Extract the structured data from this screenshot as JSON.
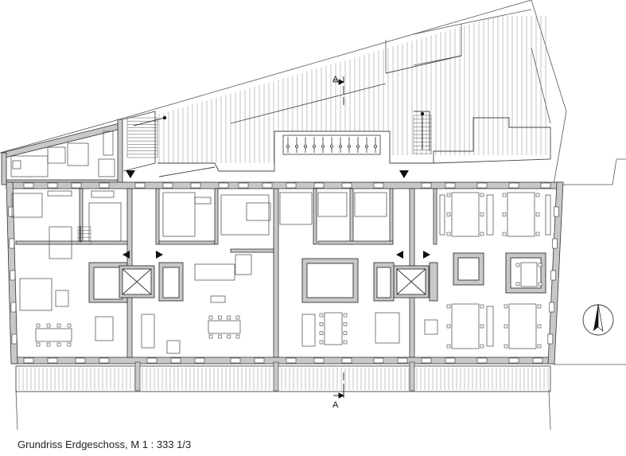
{
  "caption": "Grundriss Erdgeschoss, M 1 : 333 1/3",
  "section_marks": {
    "top": "A",
    "bottom": "A"
  },
  "colors": {
    "line": "#333333",
    "wall_fill": "#c8c8c8",
    "background": "#ffffff"
  },
  "icons": [
    "north-arrow-icon",
    "stair-arrow-icon",
    "entrance-triangle-icon",
    "elevator-cross-icon"
  ]
}
